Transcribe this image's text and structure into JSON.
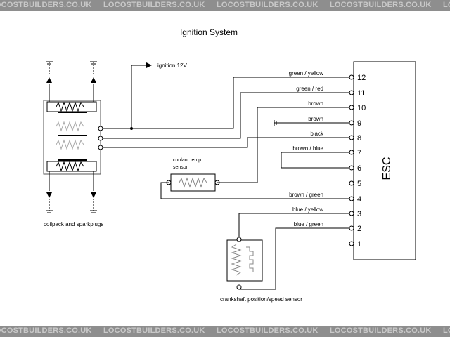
{
  "watermark": "LOCOSTBUILDERS.CO.UK",
  "title": "Ignition System",
  "feed_label": "ignition 12V",
  "ecu_label": "ESC",
  "coilpack_label": "coilpack and sparkplugs",
  "coolant_label_line1": "coolant temp",
  "coolant_label_line2": "sensor",
  "crank_label": "crankshaft position/speed sensor",
  "pins": [
    {
      "num": "12",
      "wire": "green / yellow"
    },
    {
      "num": "11",
      "wire": "green / red"
    },
    {
      "num": "10",
      "wire": "brown"
    },
    {
      "num": "9",
      "wire": "brown"
    },
    {
      "num": "8",
      "wire": "black"
    },
    {
      "num": "7",
      "wire": "brown / blue"
    },
    {
      "num": "6",
      "wire": ""
    },
    {
      "num": "5",
      "wire": ""
    },
    {
      "num": "4",
      "wire": "brown / green"
    },
    {
      "num": "3",
      "wire": "blue / yellow"
    },
    {
      "num": "2",
      "wire": "blue / green"
    },
    {
      "num": "1",
      "wire": ""
    }
  ],
  "colors": {
    "line": "#000000",
    "watermark_band": "#8e8e8e",
    "watermark_text": "#c9c9c9"
  }
}
